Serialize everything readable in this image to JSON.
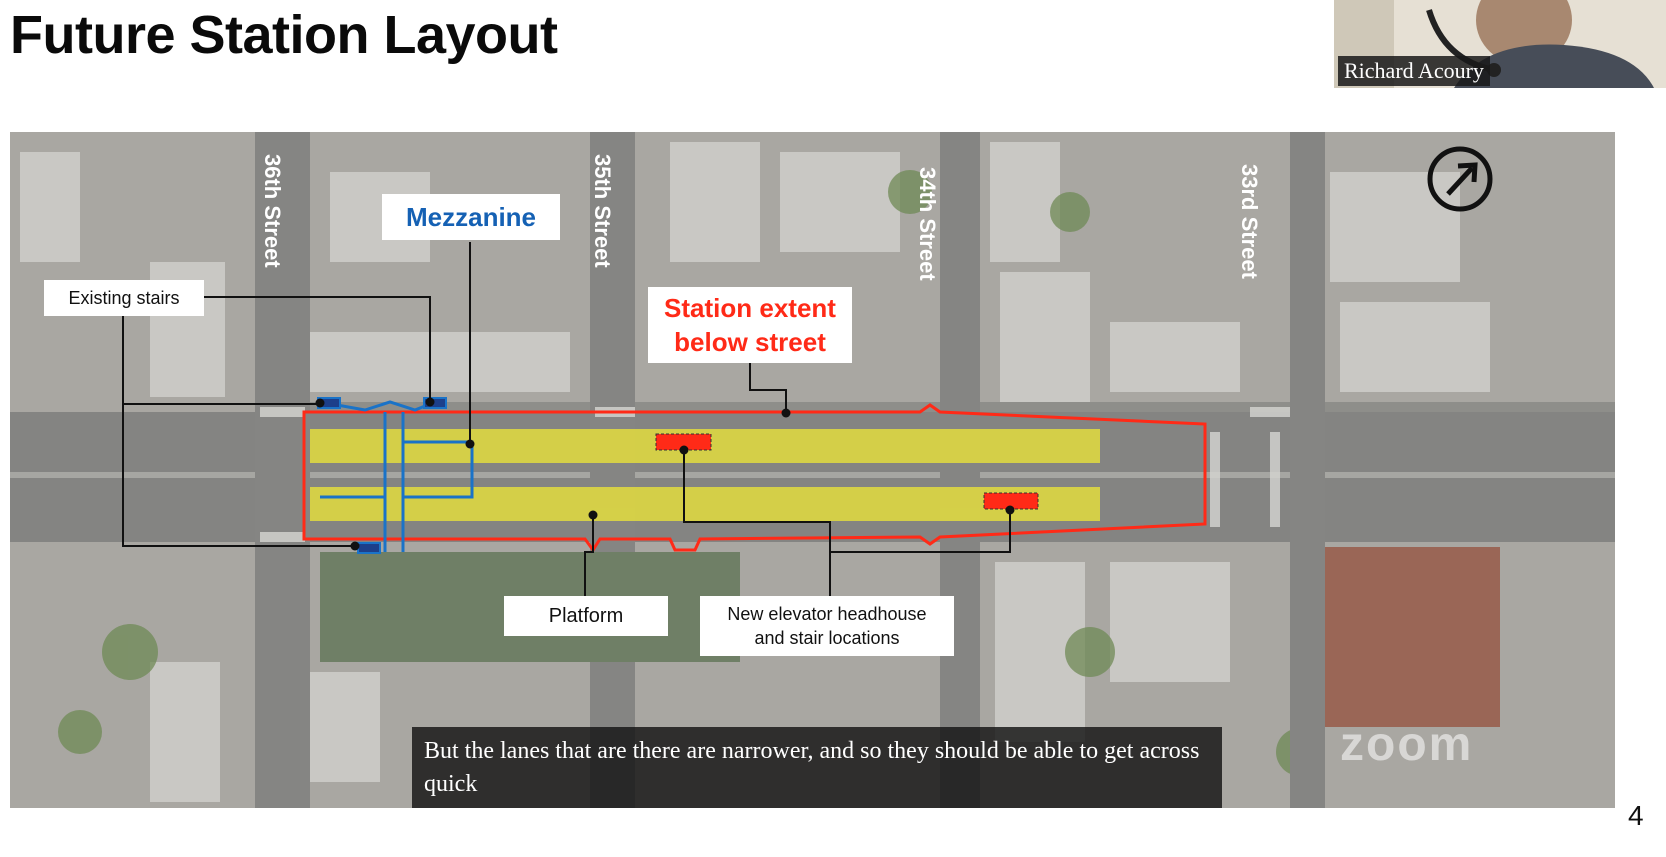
{
  "slide": {
    "title": "Future Station Layout",
    "page_number": "4"
  },
  "video": {
    "participant_name": "Richard Acoury"
  },
  "map": {
    "streets": [
      "36th Street",
      "35th Street",
      "34th Street",
      "33rd Street"
    ],
    "labels": {
      "mezzanine": "Mezzanine",
      "existing_stairs": "Existing stairs",
      "station_extent_line1": "Station extent",
      "station_extent_line2": "below street",
      "platform": "Platform",
      "elevator_line1": "New elevator headhouse",
      "elevator_line2": "and stair locations"
    },
    "north_arrow_icon": "north-arrow-icon",
    "watermark": "zoom"
  },
  "caption": {
    "text": "But the lanes that are there are narrower, and so they should be able to get across quick"
  },
  "colors": {
    "station_outline": "#ff2a17",
    "platform_fill": "#e9e23a",
    "mezzanine": "#1a73c8",
    "mezzanine_label": "#1561b4",
    "station_label": "#ff2a17"
  }
}
